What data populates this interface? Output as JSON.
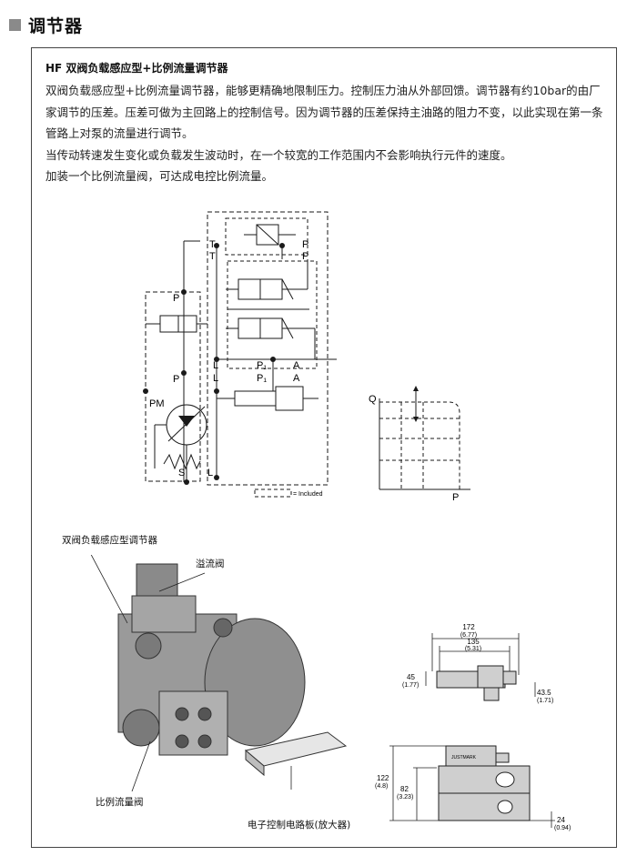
{
  "header": {
    "title": "调节器"
  },
  "section": {
    "subtitle": "HF 双阀负载感应型+比例流量调节器",
    "paragraphs": [
      "双阀负载感应型+比例流量调节器，能够更精确地限制压力。控制压力油从外部回馈。调节器有约10bar的由厂家调节的压差。压差可做为主回路上的控制信号。因为调节器的压差保持主油路的阻力不变，以此实现在第一条管路上对泵的流量进行调节。",
      "当传动转速发生变化或负载发生波动时，在一个较宽的工作范围内不会影响执行元件的速度。",
      "加装一个比例流量阀，可达成电控比例流量。"
    ]
  },
  "hydraulic": {
    "port_T": "T",
    "port_P": "P",
    "port_L": "L",
    "port_A": "A",
    "port_P1": "P₁",
    "port_PM": "PM",
    "port_S": "S",
    "included_text": "= Included"
  },
  "graph": {
    "ylabel": "Q",
    "xlabel": "P"
  },
  "photo_labels": {
    "dual_valve": "双阀负载感应型调节器",
    "relief_valve": "溢流阀",
    "prop_valve": "比例流量阀",
    "board": "电子控制电路板(放大器)"
  },
  "dimensions": {
    "d172": "172",
    "d172_in": "(6.77)",
    "d135": "135",
    "d135_in": "(5.31)",
    "d45": "45",
    "d45_in": "(1.77)",
    "d43_5": "43.5",
    "d43_5_in": "(1.71)",
    "d122": "122",
    "d122_in": "(4.8)",
    "d82": "82",
    "d82_in": "(3.23)",
    "d24": "24",
    "d24_in": "(0.94)",
    "brand": "JUSTMARK"
  },
  "colors": {
    "line": "#1a1a1a",
    "grey": "#8a8a8a",
    "photo": "#7a7a7a"
  }
}
